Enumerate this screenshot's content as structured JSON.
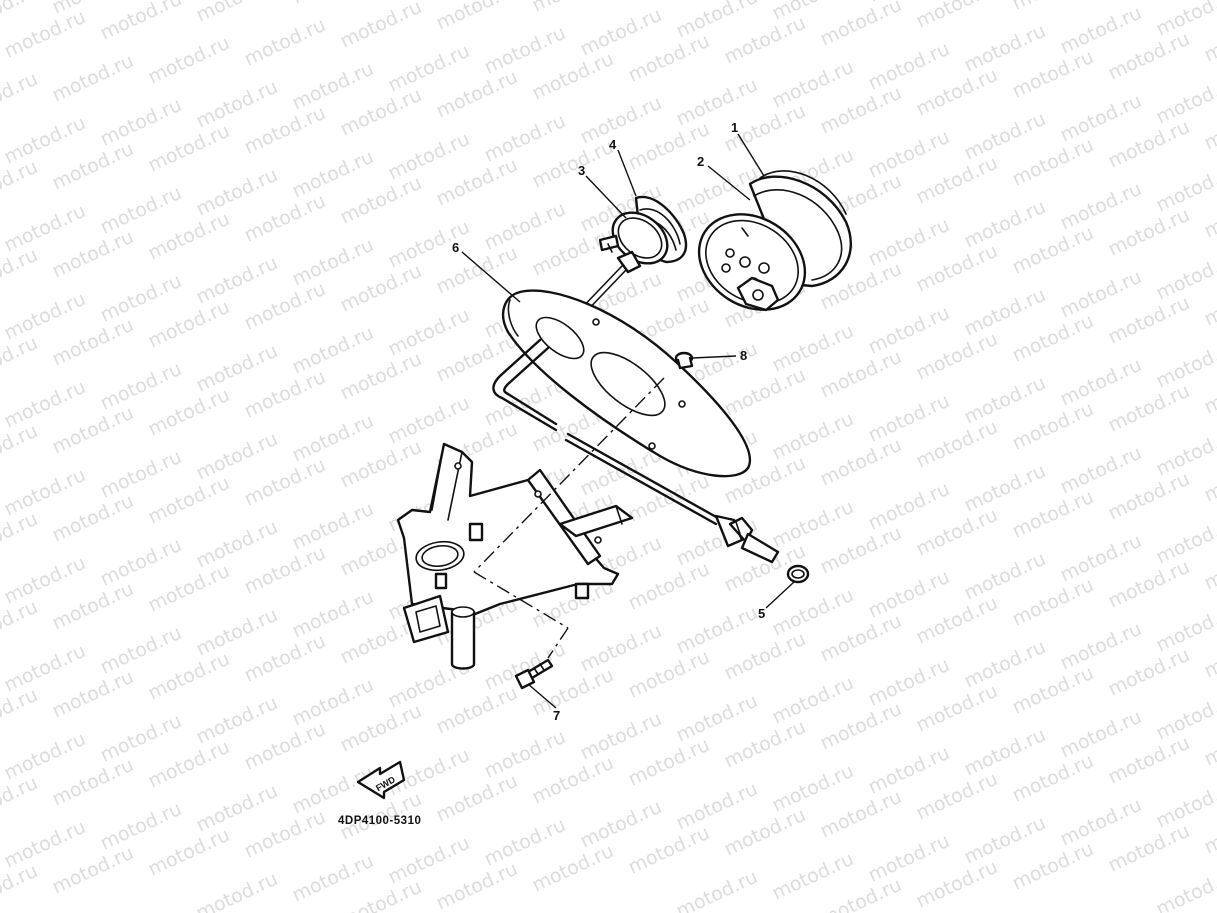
{
  "watermark": {
    "text": "motod.ru"
  },
  "callouts": [
    "1",
    "2",
    "3",
    "4",
    "5",
    "6",
    "7",
    "8"
  ],
  "direction_marker": {
    "label": "FWD",
    "icon": "fwd-arrow-icon"
  },
  "diagram_code": "4DP4100-5310"
}
